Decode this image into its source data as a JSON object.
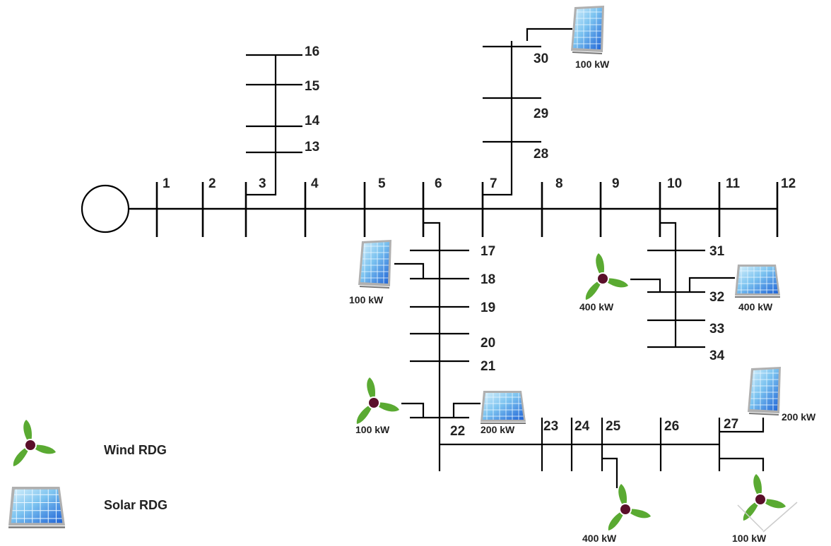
{
  "buses": {
    "b1": "1",
    "b2": "2",
    "b3": "3",
    "b4": "4",
    "b5": "5",
    "b6": "6",
    "b7": "7",
    "b8": "8",
    "b9": "9",
    "b10": "10",
    "b11": "11",
    "b12": "12",
    "b13": "13",
    "b14": "14",
    "b15": "15",
    "b16": "16",
    "b17": "17",
    "b18": "18",
    "b19": "19",
    "b20": "20",
    "b21": "21",
    "b22": "22",
    "b23": "23",
    "b24": "24",
    "b25": "25",
    "b26": "26",
    "b27": "27",
    "b28": "28",
    "b29": "29",
    "b30": "30",
    "b31": "31",
    "b32": "32",
    "b33": "33",
    "b34": "34"
  },
  "generators": {
    "solar_bus30": {
      "type": "solar",
      "rating": "100 kW"
    },
    "solar_bus18": {
      "type": "solar",
      "rating": "100 kW"
    },
    "wind_bus32": {
      "type": "wind",
      "rating": "400 kW"
    },
    "solar_bus32": {
      "type": "solar",
      "rating": "400 kW"
    },
    "wind_bus22": {
      "type": "wind",
      "rating": "100 kW"
    },
    "solar_bus22": {
      "type": "solar",
      "rating": "200 kW"
    },
    "solar_bus27": {
      "type": "solar",
      "rating": "200 kW"
    },
    "wind_bus25": {
      "type": "wind",
      "rating": "400 kW"
    },
    "wind_bus27": {
      "type": "wind",
      "rating": "100 kW"
    }
  },
  "legend": {
    "wind": "Wind  RDG",
    "solar": "Solar RDG"
  },
  "colors": {
    "wind_blade": "#5aaa32",
    "wind_hub": "#5a0f2a",
    "panel_blue": "#2f7fe0",
    "panel_light": "#bfe4f7",
    "panel_frame": "#8a8a8a"
  }
}
